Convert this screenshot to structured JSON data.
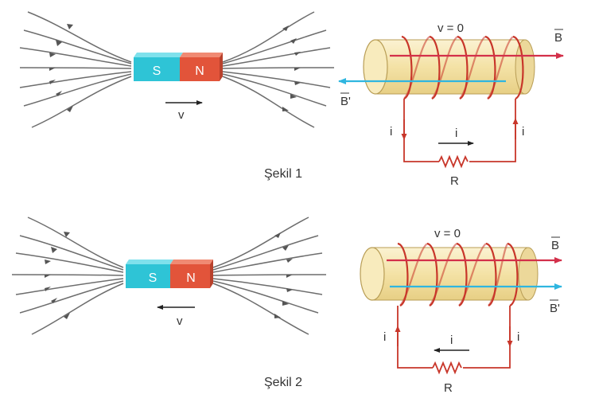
{
  "figure1": {
    "caption": "Şekil 1",
    "magnet": {
      "south": "S",
      "north": "N",
      "velocity": "v",
      "motion_direction": "right"
    },
    "coil": {
      "speed_label": "v = 0",
      "field_label": "B",
      "induced_field_label": "B'",
      "current_label": "i",
      "resistor_label": "R",
      "current_direction": "right",
      "induced_field_direction": "left"
    }
  },
  "figure2": {
    "caption": "Şekil 2",
    "magnet": {
      "south": "S",
      "north": "N",
      "velocity": "v",
      "motion_direction": "left"
    },
    "coil": {
      "speed_label": "v = 0",
      "field_label": "B",
      "induced_field_label": "B'",
      "current_label": "i",
      "resistor_label": "R",
      "current_direction": "left",
      "induced_field_direction": "right"
    }
  },
  "colors": {
    "south_pole": "#2ec4d6",
    "north_pole": "#e2543a",
    "field_line": "#6d6d6d",
    "coil_wire": "#c8362a",
    "field_arrow_b": "#d3304a",
    "field_arrow_b_prime": "#2fb6e0",
    "cylinder": "#f6e7b4",
    "circuit": "#c8362a"
  }
}
